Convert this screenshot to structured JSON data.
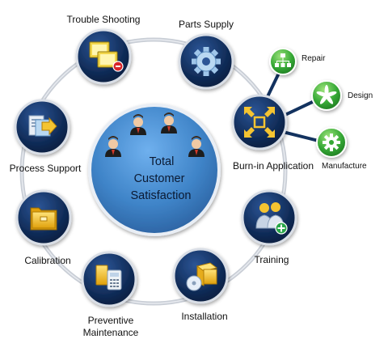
{
  "center": {
    "lines": [
      "Total",
      "Customer",
      "Satisfaction"
    ]
  },
  "nodes": [
    {
      "label": "Trouble Shooting",
      "icon": "monitors-icon"
    },
    {
      "label": "Parts Supply",
      "icon": "gear-icon"
    },
    {
      "label": "Burn-in Application",
      "icon": "arrows-expand-icon"
    },
    {
      "label": "Training",
      "icon": "people-add-icon"
    },
    {
      "label": "Installation",
      "icon": "box-disc-icon"
    },
    {
      "label": "Preventive",
      "label2": "Maintenance",
      "icon": "phone-notepad-icon"
    },
    {
      "label": "Calibration",
      "icon": "folder-icon"
    },
    {
      "label": "Process Support",
      "icon": "document-arrow-icon"
    }
  ],
  "subnodes": [
    {
      "label": "Repair",
      "icon": "hierarchy-icon"
    },
    {
      "label": "Design",
      "icon": "sparkle-icon"
    },
    {
      "label": "Manufacture",
      "icon": "gear-icon"
    }
  ],
  "colors": {
    "node_dark": "#0f2a55",
    "center_blue": "#3f84c8",
    "ring": "#c9ced6",
    "green": "#35a835"
  }
}
